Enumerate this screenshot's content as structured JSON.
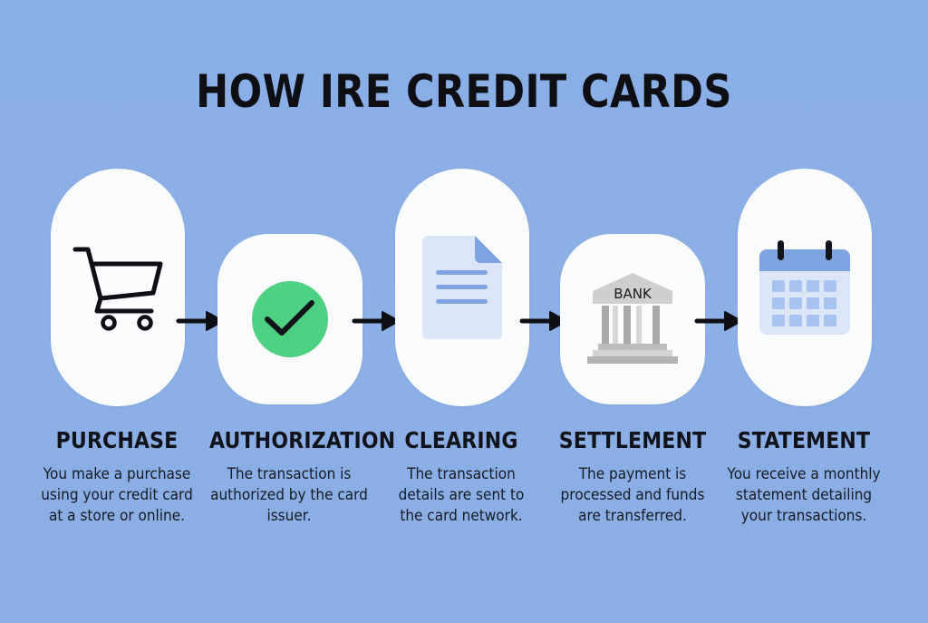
{
  "title": "HOW IRE CREDIT CARDS",
  "colors": {
    "background": "#8baee5",
    "card": "#fbfcfe",
    "check_green": "#4cd182",
    "document_blue": "#dbe6f8",
    "document_lines": "#7ea3e0",
    "bank_gray": "#c8c8c8",
    "calendar_header": "#7ea3e0",
    "text": "#10131a"
  },
  "steps": [
    {
      "title": "PURCHASE",
      "description": "You make a purchase\nusing your credit card\nat a store or online.",
      "icon": "shopping-cart-icon"
    },
    {
      "title": "AUTHORIZATION",
      "description": "The transaction is\nauthorized by the card\nissuer.",
      "icon": "green-checkmark-icon"
    },
    {
      "title": "CLEARING",
      "description": "The transaction\ndetails are sent to\nthe card network.",
      "icon": "document-icon"
    },
    {
      "title": "SETTLEMENT",
      "description": "The payment is\nprocessed and funds\nare transferred.",
      "icon": "bank-icon",
      "icon_label": "BANK"
    },
    {
      "title": "STATEMENT",
      "description": "You receive a monthly\nstatement detailing\nyour transactions.",
      "icon": "calendar-icon"
    }
  ],
  "arrows": [
    "arrow-right-icon",
    "arrow-right-icon",
    "arrow-right-icon",
    "arrow-right-icon"
  ]
}
